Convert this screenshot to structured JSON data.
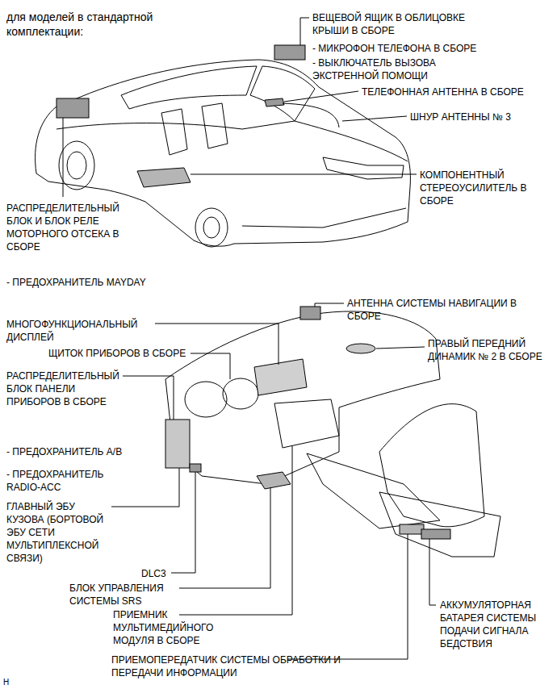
{
  "diagram": {
    "title": "для моделей в стандартной комплектации:",
    "labels": [
      "ВЕЩЕВОЙ ЯЩИК В ОБЛИЦОВКЕ КРЫШИ В СБОРЕ",
      "- МИКРОФОН ТЕЛЕФОНА В СБОРЕ",
      "- ВЫКЛЮЧАТЕЛЬ ВЫЗОВА ЭКСТРЕННОЙ ПОМОЩИ",
      "ТЕЛЕФОННАЯ АНТЕННА В СБОРЕ",
      "ШНУР АНТЕННЫ № 3",
      "КОМПОНЕНТНЫЙ СТЕРЕОУСИЛИТЕЛЬ В СБОРЕ",
      "РАСПРЕДЕЛИТЕЛЬНЫЙ БЛОК И БЛОК РЕЛЕ МОТОРНОГО ОТСЕКА В СБОРЕ",
      "- ПРЕДОХРАНИТЕЛЬ MAYDAY",
      "АНТЕННА СИСТЕМЫ НАВИГАЦИИ В СБОРЕ",
      "МНОГОФУНКЦИОНАЛЬНЫЙ ДИСПЛЕЙ",
      "ПРАВЫЙ ПЕРЕДНИЙ ДИНАМИК № 2 В СБОРЕ",
      "ЩИТОК ПРИБОРОВ В СБОРЕ",
      "РАСПРЕДЕЛИТЕЛЬНЫЙ БЛОК ПАНЕЛИ ПРИБОРОВ В СБОРЕ",
      "- ПРЕДОХРАНИТЕЛЬ A/B",
      "- ПРЕДОХРАНИТЕЛЬ RADIO-ACC",
      "ГЛАВНЫЙ ЭБУ КУЗОВА (БОРТОВОЙ ЭБУ СЕТИ МУЛЬТИПЛЕКСНОЙ СВЯЗИ)",
      "DLC3",
      "БЛОК УПРАВЛЕНИЯ СИСТЕМЫ SRS",
      "ПРИЕМНИК МУЛЬТИМЕДИЙНОГО МОДУЛЯ В СБОРЕ",
      "АККУМУЛЯТОРНАЯ БАТАРЕЯ СИСТЕМЫ ПОДАЧИ СИГНАЛА БЕДСТВИЯ",
      "ПРИЕМОПЕРЕДАТЧИК СИСТЕМЫ ОБРАБОТКИ И ПЕРЕДАЧИ ИНФОРМАЦИИ",
      "H"
    ]
  }
}
